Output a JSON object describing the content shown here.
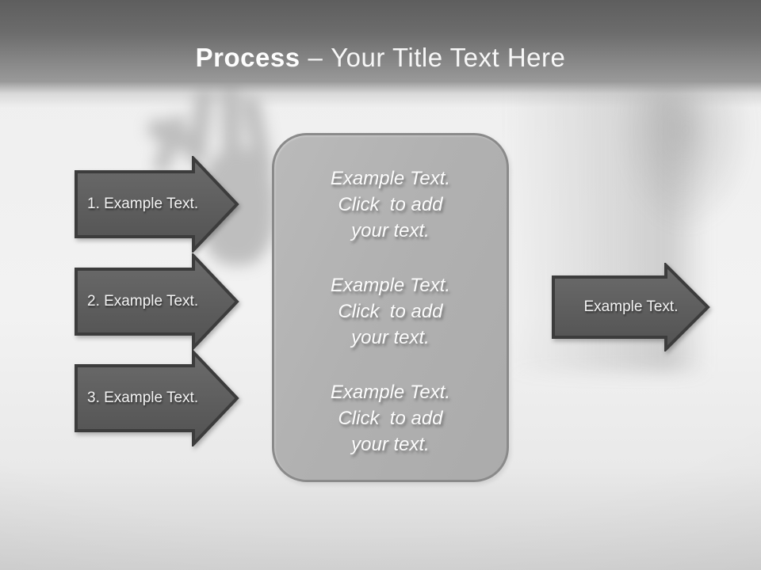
{
  "title": {
    "emphasis": "Process",
    "separator": "–",
    "rest": "Your Title Text Here"
  },
  "steps": [
    {
      "label": "1. Example Text."
    },
    {
      "label": "2. Example Text."
    },
    {
      "label": "3. Example Text."
    }
  ],
  "center_box": {
    "paragraphs": [
      {
        "text": "Example Text.\nClick  to add\nyour text."
      },
      {
        "text": "Example Text.\nClick  to add\nyour text."
      },
      {
        "text": "Example Text.\nClick  to add\nyour text."
      }
    ]
  },
  "output_arrow": {
    "label": "Example Text."
  },
  "colors": {
    "header_top": "#5e5e5e",
    "header_bottom": "#9a9a9a",
    "body_background": "#f1f1f1",
    "body_bottom": "#d2d2d2",
    "arrow_fill": "#5d5d5d",
    "arrow_border": "#3c3c3c",
    "box_fill": "#b1b1b1",
    "box_border": "#8a8a8a",
    "text_light": "#fcfcfc"
  }
}
